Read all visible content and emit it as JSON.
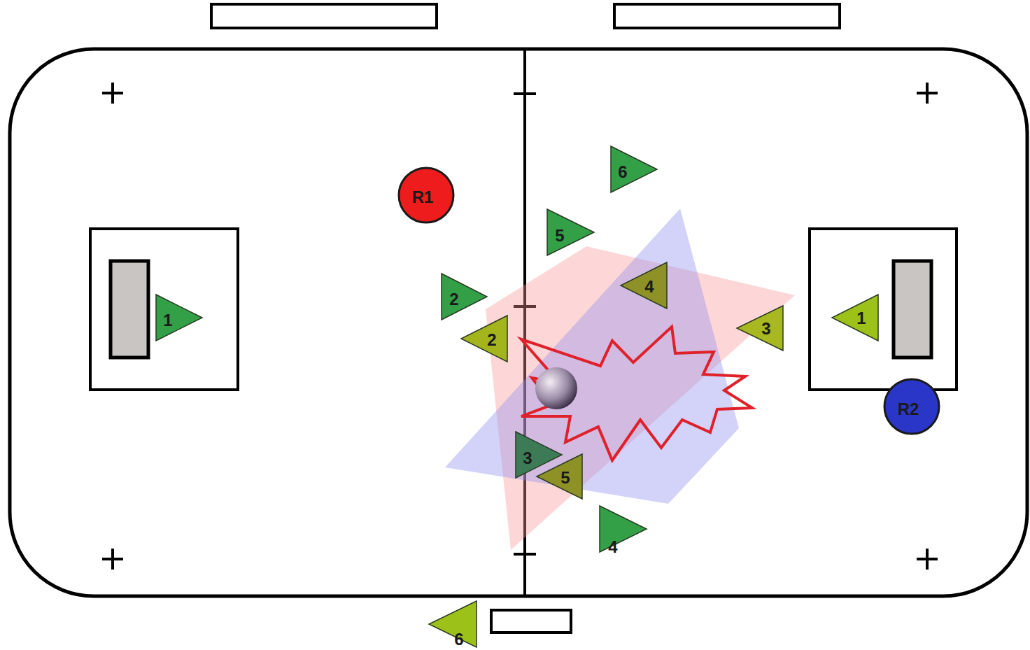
{
  "diagram": {
    "nodes": [
      {
        "text": [
          "6"
        ]
      },
      {
        "text": [
          "R1"
        ]
      },
      {
        "text": [
          "5"
        ]
      },
      {
        "text": [
          "4"
        ]
      },
      {
        "text": [
          "2"
        ]
      },
      {
        "text": [
          "1"
        ]
      },
      {
        "text": [
          "1"
        ]
      },
      {
        "text": [
          "3"
        ]
      },
      {
        "text": [
          "2"
        ]
      },
      {
        "text": [
          "R2"
        ]
      },
      {
        "text": [
          "3"
        ]
      },
      {
        "text": [
          "5"
        ]
      },
      {
        "text": [
          "4"
        ]
      },
      {
        "text": [
          "6"
        ]
      }
    ]
  }
}
